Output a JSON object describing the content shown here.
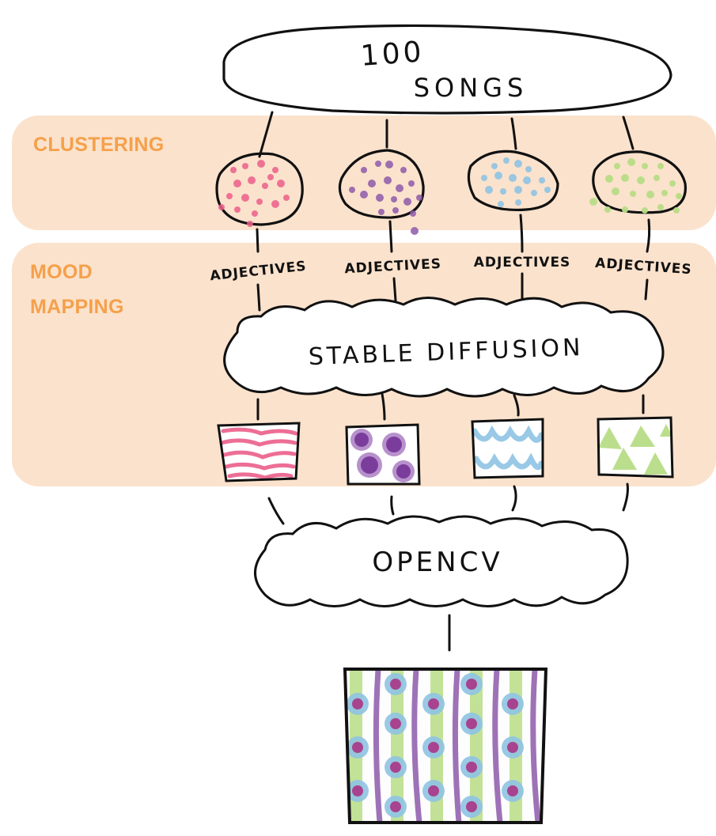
{
  "sections": {
    "clustering": "CLUSTERING",
    "mood_mapping_line1": "MOOD",
    "mood_mapping_line2": "MAPPING"
  },
  "nodes": {
    "songs_line1": "100",
    "songs_line2": "SONGS",
    "stable_diffusion": "STABLE DIFFUSION",
    "opencv": "OPENCV"
  },
  "clusters": [
    {
      "adjective_label": "ADJECTIVES",
      "color": "#ec5f8a"
    },
    {
      "adjective_label": "ADJECTIVES",
      "color": "#8e5aab"
    },
    {
      "adjective_label": "ADJECTIVES",
      "color": "#8fc4e4"
    },
    {
      "adjective_label": "ADJECTIVES",
      "color": "#b8dd86"
    }
  ],
  "colors": {
    "band": "#fbe2cc",
    "section_label": "#f5a04a",
    "ink": "#111111"
  }
}
